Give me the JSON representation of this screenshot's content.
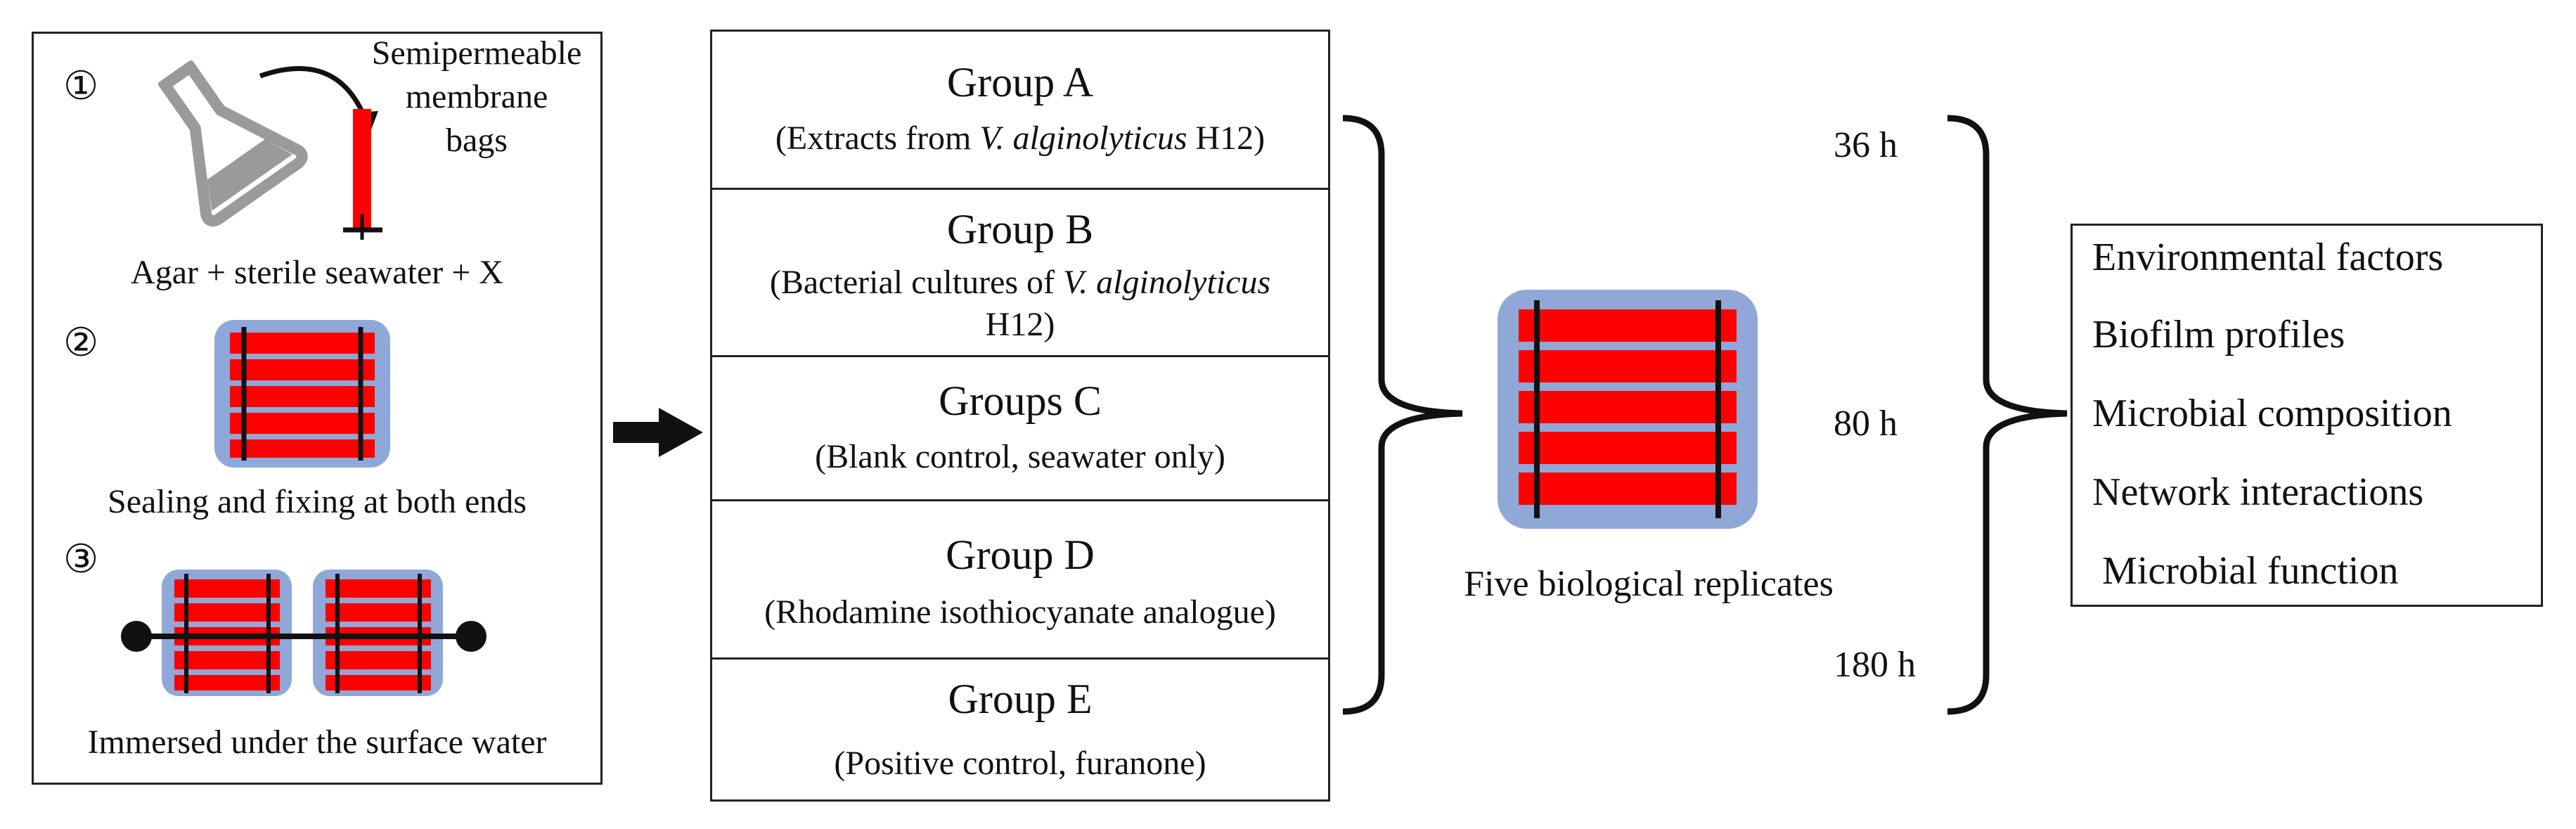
{
  "left_panel": {
    "step1_marker": "①",
    "step2_marker": "②",
    "step3_marker": "③",
    "membrane_label": [
      "Semipermeable",
      "membrane",
      "bags"
    ],
    "step1_caption": "Agar + sterile seawater + X",
    "step2_caption": "Sealing and fixing at both ends",
    "step3_caption": "Immersed under the surface water"
  },
  "groups": [
    {
      "title": "Group A",
      "sub_pre": "(Extracts from ",
      "sub_italic": "V. alginolyticus",
      "sub_post": " H12)"
    },
    {
      "title": "Group B",
      "sub_pre": "(Bacterial cultures of ",
      "sub_italic": "V. alginolyticus",
      "sub_line2": "H12)"
    },
    {
      "title": "Groups C",
      "sub": "(Blank control, seawater only)"
    },
    {
      "title": "Group D",
      "sub": "(Rhodamine isothiocyanate analogue)"
    },
    {
      "title": "Group E",
      "sub": "(Positive control, furanone)"
    }
  ],
  "replicates_label": "Five biological replicates",
  "timepoints": [
    "36 h",
    "80 h",
    "180 h"
  ],
  "analyses": [
    "Environmental factors",
    "Biofilm profiles",
    "Microbial composition",
    "Network interactions",
    " Microbial function"
  ],
  "colors": {
    "bag_red": "#ff0000",
    "frame_blue": "#8fa8d8",
    "flask_gray": "#9a9a9a",
    "line_black": "#111111"
  }
}
